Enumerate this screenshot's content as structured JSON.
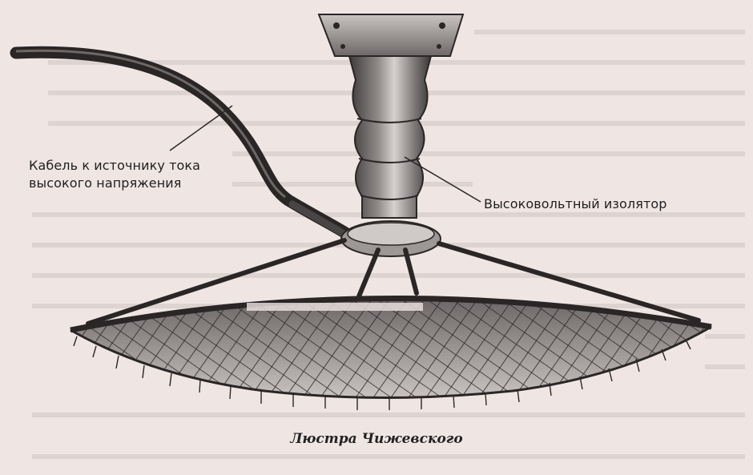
{
  "labels": {
    "cable_line1": "Кабель к источнику тока",
    "cable_line2": "высокого напряжения",
    "insulator": "Высоковольтный изолятор"
  },
  "caption": "Люстра Чижевского",
  "colors": {
    "paper": "#efe6e4",
    "ink": "#2a2626",
    "insulator_mid": "#8f8a88",
    "insulator_light": "#d6d1cf"
  }
}
